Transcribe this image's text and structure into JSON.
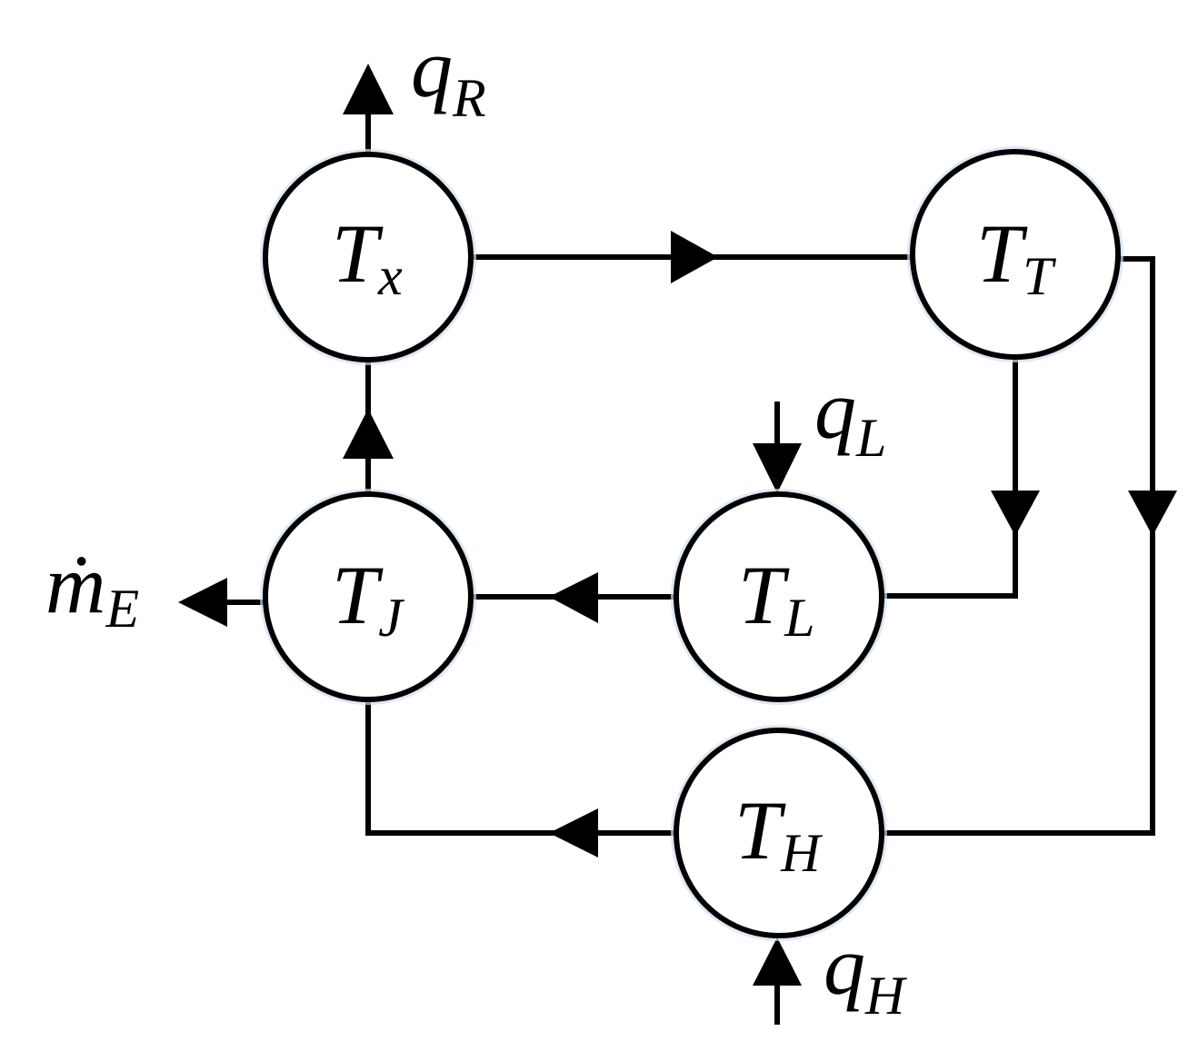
{
  "nodes": {
    "tx": {
      "symbol": "T",
      "subscript": "x"
    },
    "tt": {
      "symbol": "T",
      "subscript": "T"
    },
    "tj": {
      "symbol": "T",
      "subscript": "J"
    },
    "tl": {
      "symbol": "T",
      "subscript": "L"
    },
    "th": {
      "symbol": "T",
      "subscript": "H"
    }
  },
  "flows": {
    "qr": {
      "symbol": "q",
      "subscript": "R"
    },
    "ql": {
      "symbol": "q",
      "subscript": "L"
    },
    "qh": {
      "symbol": "q",
      "subscript": "H"
    },
    "me": {
      "symbol": "ṁ",
      "subscript": "E"
    }
  }
}
